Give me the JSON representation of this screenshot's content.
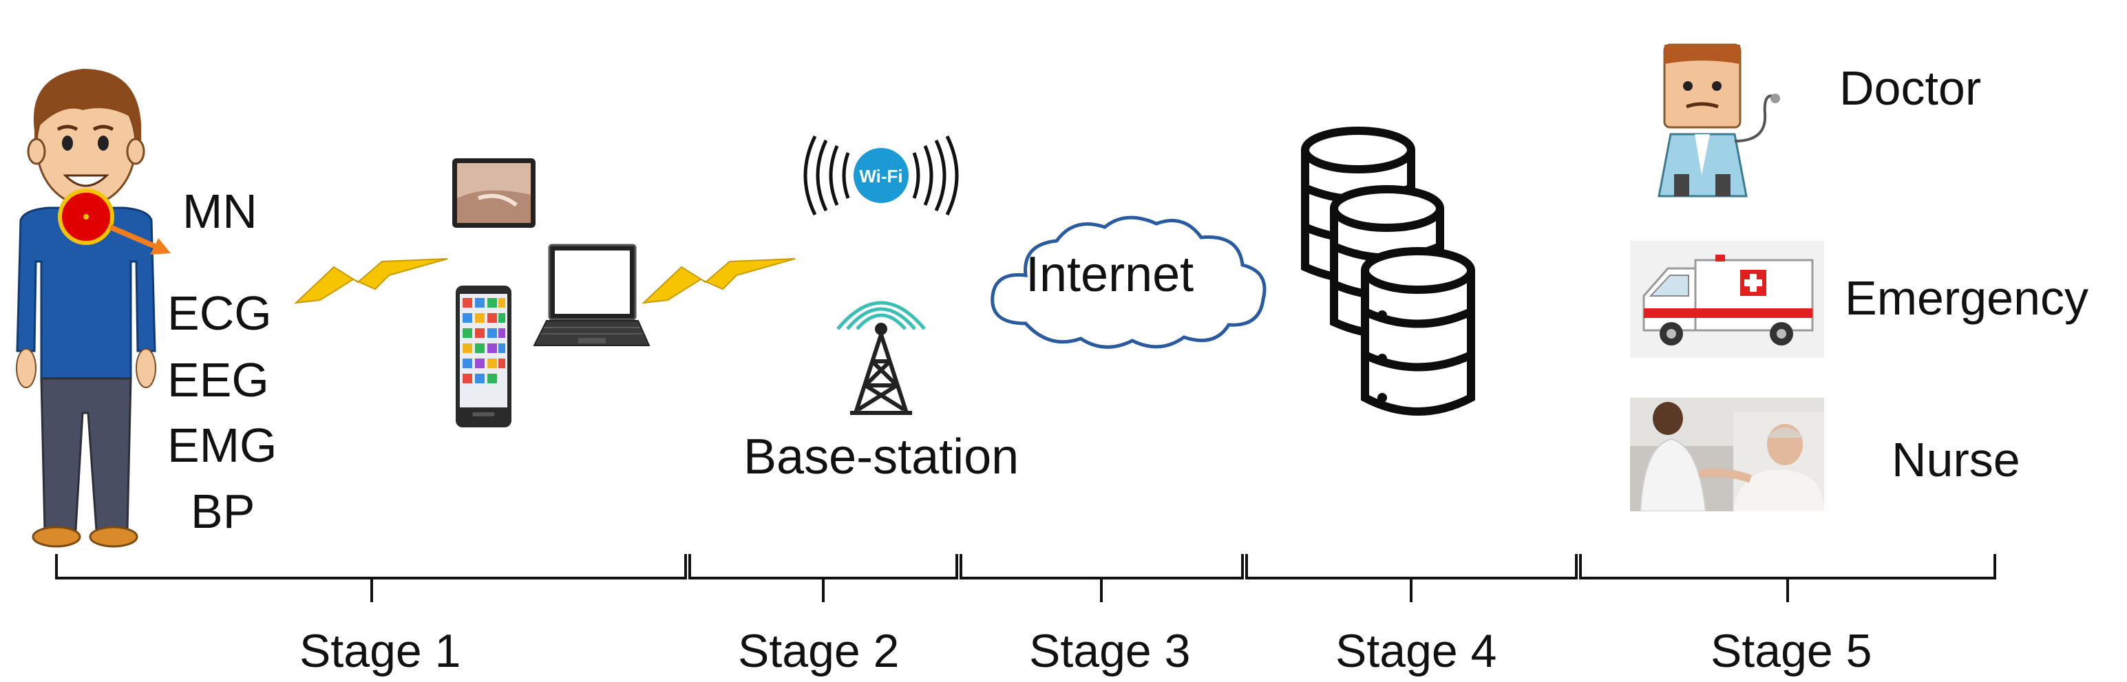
{
  "body_node_label": "MN",
  "signals": [
    "ECG",
    "EEG",
    "EMG",
    "BP"
  ],
  "network": {
    "wifi_badge": "Wi-Fi",
    "base_station": "Base-station",
    "internet": "Internet"
  },
  "responders": {
    "doctor": "Doctor",
    "emergency": "Emergency",
    "nurse": "Nurse"
  },
  "stages": [
    "Stage 1",
    "Stage 2",
    "Stage 3",
    "Stage 4",
    "Stage 5"
  ],
  "icons": [
    "patient-icon",
    "sensor-node-icon",
    "tablet-icon",
    "smartphone-icon",
    "laptop-icon",
    "lightning-icon",
    "wifi-icon",
    "cell-tower-icon",
    "cloud-icon",
    "database-icon",
    "doctor-icon",
    "ambulance-icon",
    "nurse-photo-icon"
  ],
  "colors": {
    "patient_shirt": "#1e5aa8",
    "sensor_red": "#e00000",
    "sensor_ring": "#f5c400",
    "arrow_orange": "#f07e1e",
    "lightning_yellow": "#f6c400",
    "wifi_blue": "#1b9ad6",
    "tower_signal_teal": "#3bbfb4",
    "cloud_outline": "#2a5aa0"
  }
}
